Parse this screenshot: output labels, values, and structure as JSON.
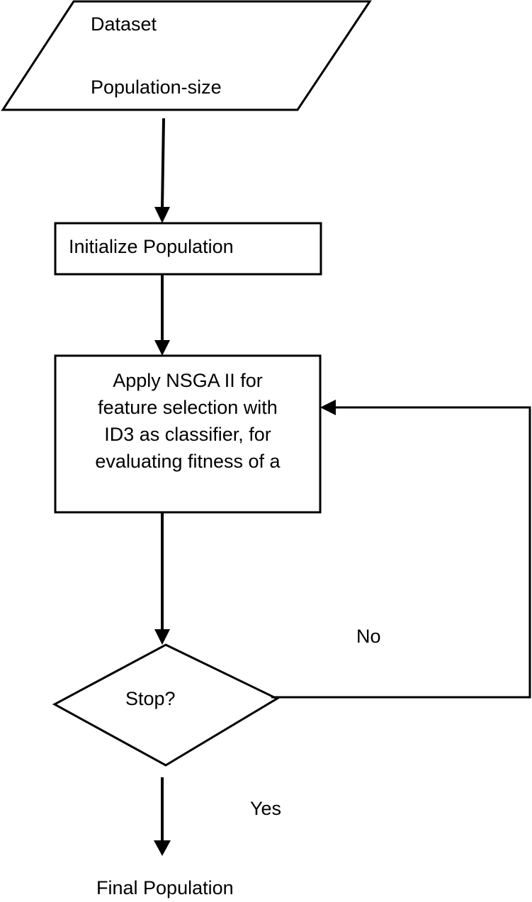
{
  "input": {
    "line1": "Dataset",
    "line2": "Population-size"
  },
  "init": {
    "label": "Initialize Population"
  },
  "process": {
    "lines": [
      "Apply NSGA II for",
      "feature selection with",
      "ID3 as classifier, for",
      "evaluating fitness of a"
    ]
  },
  "decision": {
    "label": "Stop?"
  },
  "edges": {
    "no_label": "No",
    "yes_label": "Yes"
  },
  "output": {
    "label": "Final Population"
  }
}
